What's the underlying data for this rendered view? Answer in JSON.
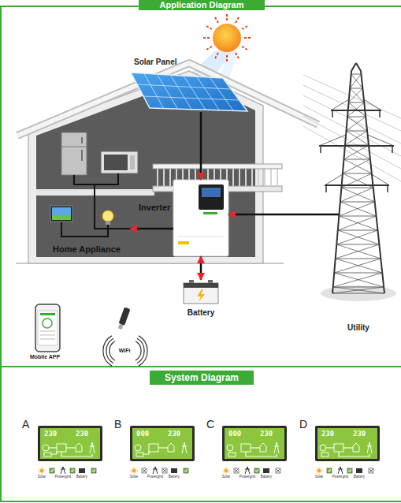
{
  "diagram": {
    "nodes": [
      {
        "text": [
          "Application Diagram"
        ]
      },
      {
        "text": [
          "Solar Panel"
        ]
      },
      {
        "text": [
          "Inverter"
        ]
      },
      {
        "text": [
          "Home Appliance"
        ]
      },
      {
        "text": [
          "Battery"
        ]
      },
      {
        "text": [
          "Utility"
        ]
      },
      {
        "text": [
          "System Diagram"
        ]
      },
      {
        "text": [
          "A",
          "230",
          "230"
        ]
      },
      {
        "text": [
          "B",
          "000",
          "230"
        ]
      },
      {
        "text": [
          "C",
          "000",
          "230"
        ]
      },
      {
        "text": [
          "D",
          "230",
          "230"
        ]
      }
    ],
    "edges": [
      {
        "from": 1,
        "to": 2,
        "arrow": "to"
      },
      {
        "from": 2,
        "to": 3,
        "arrow": "to"
      },
      {
        "from": 5,
        "to": 2,
        "arrow": "to"
      },
      {
        "from": 2,
        "to": 4,
        "arrow": "both"
      }
    ],
    "labels": [
      "Mobile APP",
      "WiFi",
      "Solar",
      "Powergrid",
      "Battery",
      "Solar",
      "Powergrid",
      "Battery",
      "Solar",
      "Powergrid",
      "Battery",
      "Solar",
      "Powergrid",
      "Battery"
    ]
  }
}
